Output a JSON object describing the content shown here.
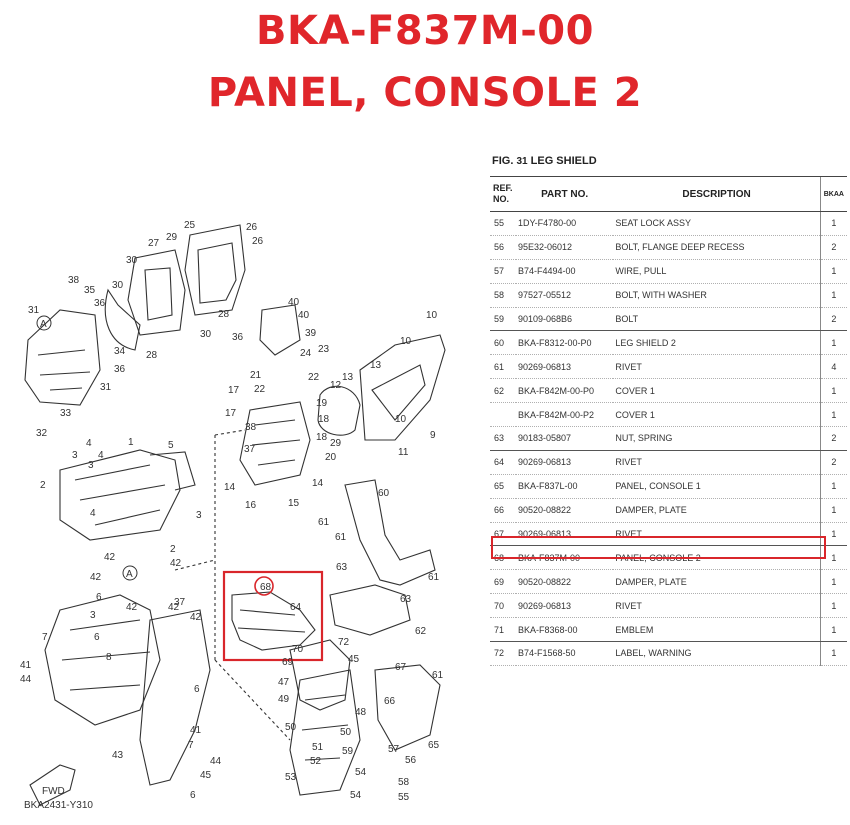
{
  "header": {
    "part_number": "BKA-F837M-00",
    "part_name": "PANEL, CONSOLE 2"
  },
  "diagram": {
    "code": "BKA2431-Y310",
    "fwd_label": "FWD",
    "highlight_ref": "68"
  },
  "figure": {
    "prefix": "FIG.",
    "number": "31",
    "title": "LEG SHIELD"
  },
  "table": {
    "headers": {
      "ref": "REF. NO.",
      "part_no": "PART NO.",
      "description": "DESCRIPTION",
      "qty": "BKAA"
    },
    "rows": [
      {
        "ref": "55",
        "part_no": "1DY-F4780-00",
        "desc": "SEAT LOCK ASSY",
        "qty": "1"
      },
      {
        "ref": "56",
        "part_no": "95E32-06012",
        "desc": "BOLT, FLANGE DEEP RECESS",
        "qty": "2"
      },
      {
        "ref": "57",
        "part_no": "B74-F4494-00",
        "desc": "WIRE, PULL",
        "qty": "1"
      },
      {
        "ref": "58",
        "part_no": "97527-05512",
        "desc": "BOLT, WITH WASHER",
        "qty": "1"
      },
      {
        "ref": "59",
        "part_no": "90109-068B6",
        "desc": "BOLT",
        "qty": "2"
      },
      {
        "ref": "60",
        "part_no": "BKA-F8312-00-P0",
        "desc": "LEG SHIELD 2",
        "qty": "1"
      },
      {
        "ref": "61",
        "part_no": "90269-06813",
        "desc": "RIVET",
        "qty": "4"
      },
      {
        "ref": "62",
        "part_no": "BKA-F842M-00-P0",
        "desc": "COVER 1",
        "qty": "1"
      },
      {
        "ref": "",
        "part_no": "BKA-F842M-00-P2",
        "desc": "COVER 1",
        "qty": "1"
      },
      {
        "ref": "63",
        "part_no": "90183-05807",
        "desc": "NUT, SPRING",
        "qty": "2"
      },
      {
        "ref": "64",
        "part_no": "90269-06813",
        "desc": "RIVET",
        "qty": "2"
      },
      {
        "ref": "65",
        "part_no": "BKA-F837L-00",
        "desc": "PANEL, CONSOLE 1",
        "qty": "1"
      },
      {
        "ref": "66",
        "part_no": "90520-08822",
        "desc": "DAMPER, PLATE",
        "qty": "1"
      },
      {
        "ref": "67",
        "part_no": "90269-06813",
        "desc": "RIVET",
        "qty": "1"
      },
      {
        "ref": "68",
        "part_no": "BKA-F837M-00",
        "desc": "PANEL, CONSOLE 2",
        "qty": "1"
      },
      {
        "ref": "69",
        "part_no": "90520-08822",
        "desc": "DAMPER, PLATE",
        "qty": "1"
      },
      {
        "ref": "70",
        "part_no": "90269-06813",
        "desc": "RIVET",
        "qty": "1"
      },
      {
        "ref": "71",
        "part_no": "BKA-F8368-00",
        "desc": "EMBLEM",
        "qty": "1"
      },
      {
        "ref": "72",
        "part_no": "B74-F1568-50",
        "desc": "LABEL, WARNING",
        "qty": "1"
      }
    ]
  },
  "colors": {
    "title_red": "#e0262b",
    "highlight_red": "#d9262b"
  }
}
